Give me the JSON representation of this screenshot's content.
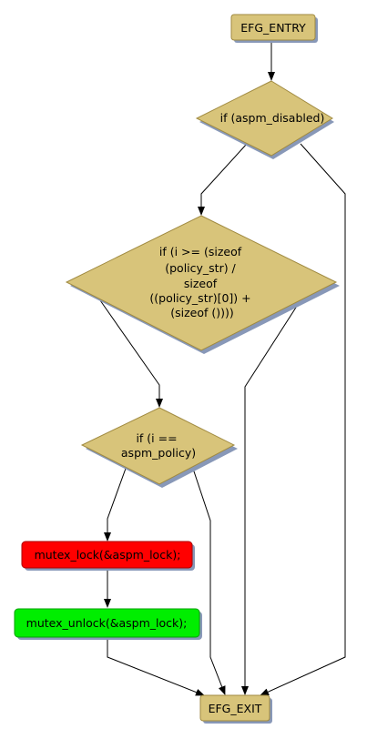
{
  "colors": {
    "decision_fill": "#d8c47a",
    "decision_stroke": "#a08a40",
    "terminal_fill": "#d8c47a",
    "lock_fill": "#ff0000",
    "unlock_fill": "#00ee00",
    "shadow": "#8898b8",
    "edge": "#000000"
  },
  "nodes": {
    "entry": {
      "label": "EFG_ENTRY"
    },
    "aspm_disabled": {
      "label": "if (aspm_disabled)"
    },
    "bounds_check": {
      "lines": [
        "if (i >= (sizeof",
        "(policy_str) /",
        "sizeof",
        "((policy_str)[0]) +",
        "(sizeof ())))"
      ]
    },
    "policy_check": {
      "lines": [
        "if (i ==",
        "aspm_policy)"
      ]
    },
    "mutex_lock": {
      "label": "mutex_lock(&aspm_lock);"
    },
    "mutex_unlock": {
      "label": "mutex_unlock(&aspm_lock);"
    },
    "exit": {
      "label": "EFG_EXIT"
    }
  }
}
